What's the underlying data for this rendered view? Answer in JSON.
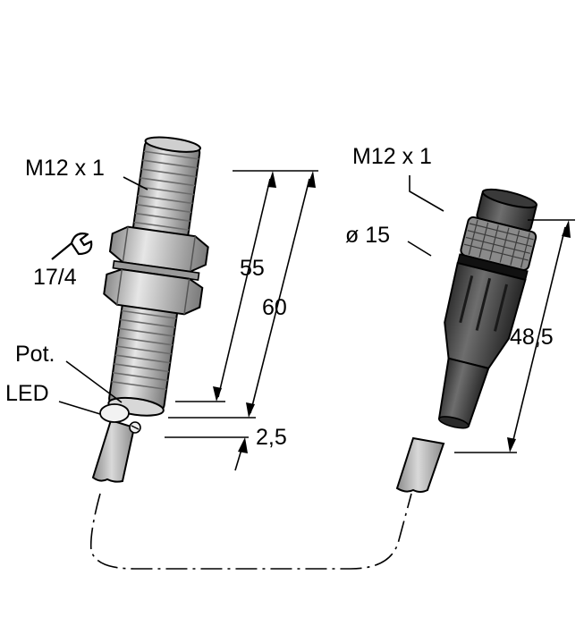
{
  "sensor": {
    "thread_label": "M12 x 1",
    "wrench_label": "17/4",
    "pot_label": "Pot.",
    "led_label": "LED"
  },
  "connector": {
    "thread_label": "M12 x 1",
    "diameter_label": "ø 15"
  },
  "dimensions": {
    "d55": "55",
    "d60": "60",
    "d2_5": "2,5",
    "d48_5": "48,5"
  },
  "icons": [
    "wrench-icon"
  ]
}
